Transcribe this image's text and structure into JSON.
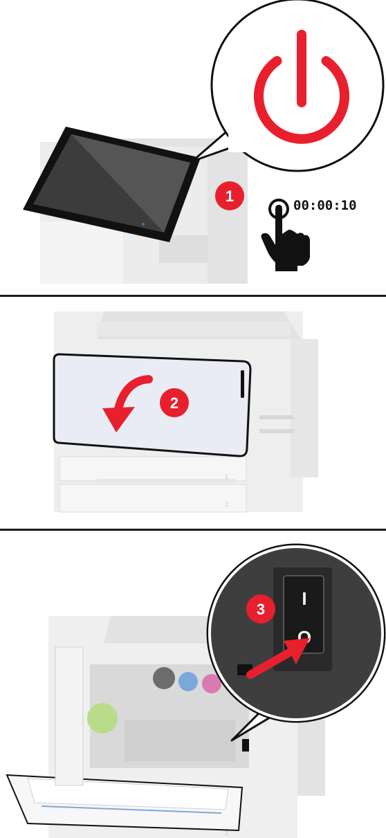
{
  "steps": [
    {
      "number": "1",
      "hold_duration": "00:00:10"
    },
    {
      "number": "2"
    },
    {
      "number": "3",
      "switch_on_label": "I",
      "switch_off_label": "O"
    }
  ],
  "trays": [
    "1",
    "2"
  ],
  "trays_panel3": [
    "2"
  ],
  "colors": {
    "accent_red": "#e8202e",
    "outline": "#111111",
    "printer_gray": "#e6e6e6"
  }
}
